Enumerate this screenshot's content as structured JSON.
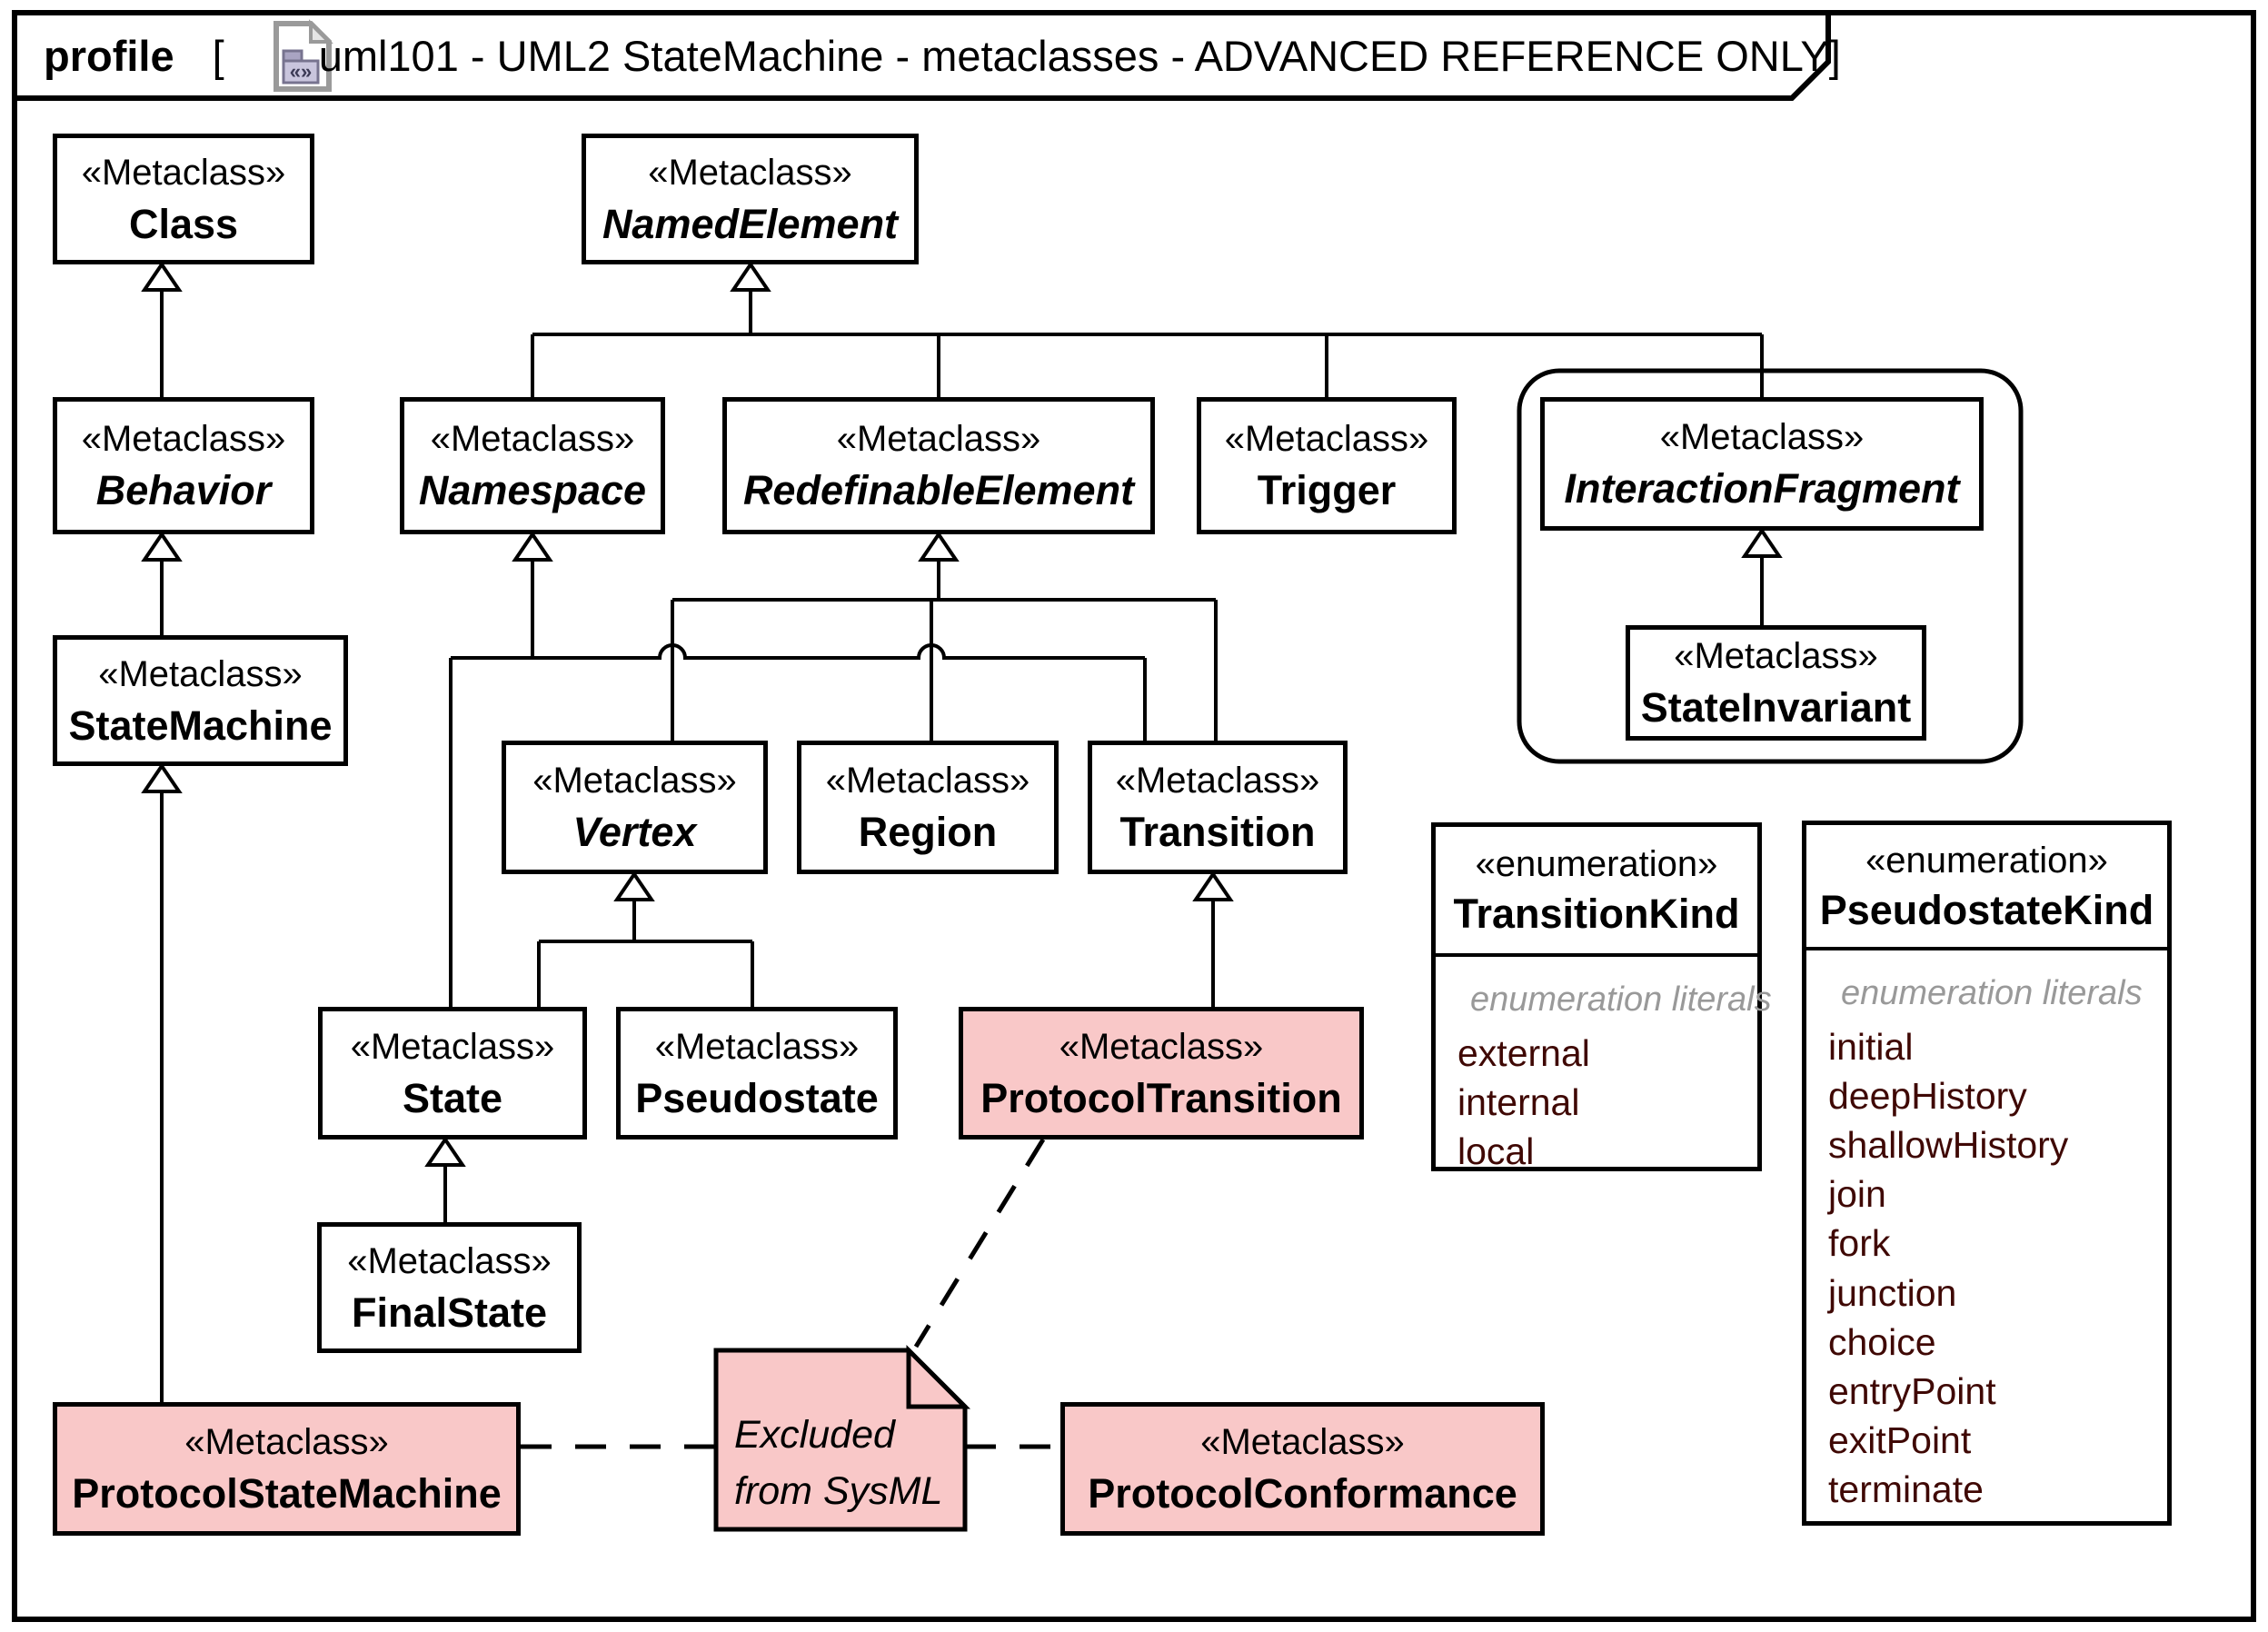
{
  "frame": {
    "title": {
      "keyword": "profile",
      "open_bracket": "[",
      "diagram_name": "uml101 - UML2 StateMachine - metaclasses - ADVANCED REFERENCE ONLY",
      "close_bracket": "]",
      "icon": "profile-diagram-icon"
    }
  },
  "colors": {
    "background": "#ffffff",
    "line": "#000000",
    "excluded_fill": "#f9c8c8",
    "enum_literal_text": "#3f0804",
    "secondary_text": "#999999"
  },
  "metaclasses": [
    {
      "stereotype": "«Metaclass»",
      "name": "Class",
      "abstract": false,
      "excluded": false
    },
    {
      "stereotype": "«Metaclass»",
      "name": "NamedElement",
      "abstract": true,
      "excluded": false
    },
    {
      "stereotype": "«Metaclass»",
      "name": "Behavior",
      "abstract": true,
      "excluded": false
    },
    {
      "stereotype": "«Metaclass»",
      "name": "Namespace",
      "abstract": true,
      "excluded": false
    },
    {
      "stereotype": "«Metaclass»",
      "name": "RedefinableElement",
      "abstract": true,
      "excluded": false
    },
    {
      "stereotype": "«Metaclass»",
      "name": "Trigger",
      "abstract": false,
      "excluded": false
    },
    {
      "stereotype": "«Metaclass»",
      "name": "InteractionFragment",
      "abstract": true,
      "excluded": false
    },
    {
      "stereotype": "«Metaclass»",
      "name": "StateInvariant",
      "abstract": false,
      "excluded": false
    },
    {
      "stereotype": "«Metaclass»",
      "name": "StateMachine",
      "abstract": false,
      "excluded": false
    },
    {
      "stereotype": "«Metaclass»",
      "name": "Vertex",
      "abstract": true,
      "excluded": false
    },
    {
      "stereotype": "«Metaclass»",
      "name": "Region",
      "abstract": false,
      "excluded": false
    },
    {
      "stereotype": "«Metaclass»",
      "name": "Transition",
      "abstract": false,
      "excluded": false
    },
    {
      "stereotype": "«Metaclass»",
      "name": "State",
      "abstract": false,
      "excluded": false
    },
    {
      "stereotype": "«Metaclass»",
      "name": "Pseudostate",
      "abstract": false,
      "excluded": false
    },
    {
      "stereotype": "«Metaclass»",
      "name": "ProtocolTransition",
      "abstract": false,
      "excluded": true
    },
    {
      "stereotype": "«Metaclass»",
      "name": "FinalState",
      "abstract": false,
      "excluded": false
    },
    {
      "stereotype": "«Metaclass»",
      "name": "ProtocolStateMachine",
      "abstract": false,
      "excluded": true
    },
    {
      "stereotype": "«Metaclass»",
      "name": "ProtocolConformance",
      "abstract": false,
      "excluded": true
    }
  ],
  "enumerations": [
    {
      "stereotype": "«enumeration»",
      "name": "TransitionKind",
      "literals_label": "enumeration literals",
      "literals": [
        "external",
        "internal",
        "local"
      ]
    },
    {
      "stereotype": "«enumeration»",
      "name": "PseudostateKind",
      "literals_label": "enumeration literals",
      "literals": [
        "initial",
        "deepHistory",
        "shallowHistory",
        "join",
        "fork",
        "junction",
        "choice",
        "entryPoint",
        "exitPoint",
        "terminate"
      ]
    }
  ],
  "note": {
    "text": "Excluded from SysML"
  },
  "relationships": {
    "generalizations": [
      {
        "from": "Behavior",
        "to": "Class"
      },
      {
        "from": "StateMachine",
        "to": "Behavior"
      },
      {
        "from": "ProtocolStateMachine",
        "to": "StateMachine"
      },
      {
        "from": "Namespace",
        "to": "NamedElement"
      },
      {
        "from": "RedefinableElement",
        "to": "NamedElement"
      },
      {
        "from": "Trigger",
        "to": "NamedElement"
      },
      {
        "from": "InteractionFragment",
        "to": "NamedElement"
      },
      {
        "from": "StateInvariant",
        "to": "InteractionFragment"
      },
      {
        "from": "Vertex",
        "to": "RedefinableElement"
      },
      {
        "from": "Region",
        "to": "RedefinableElement"
      },
      {
        "from": "Transition",
        "to": "RedefinableElement"
      },
      {
        "from": "State",
        "to": "Namespace"
      },
      {
        "from": "Transition",
        "to": "Namespace"
      },
      {
        "from": "State",
        "to": "Vertex"
      },
      {
        "from": "Pseudostate",
        "to": "Vertex"
      },
      {
        "from": "FinalState",
        "to": "State"
      },
      {
        "from": "ProtocolTransition",
        "to": "Transition"
      }
    ],
    "note_attachments": [
      "ProtocolTransition",
      "ProtocolStateMachine",
      "ProtocolConformance"
    ]
  }
}
